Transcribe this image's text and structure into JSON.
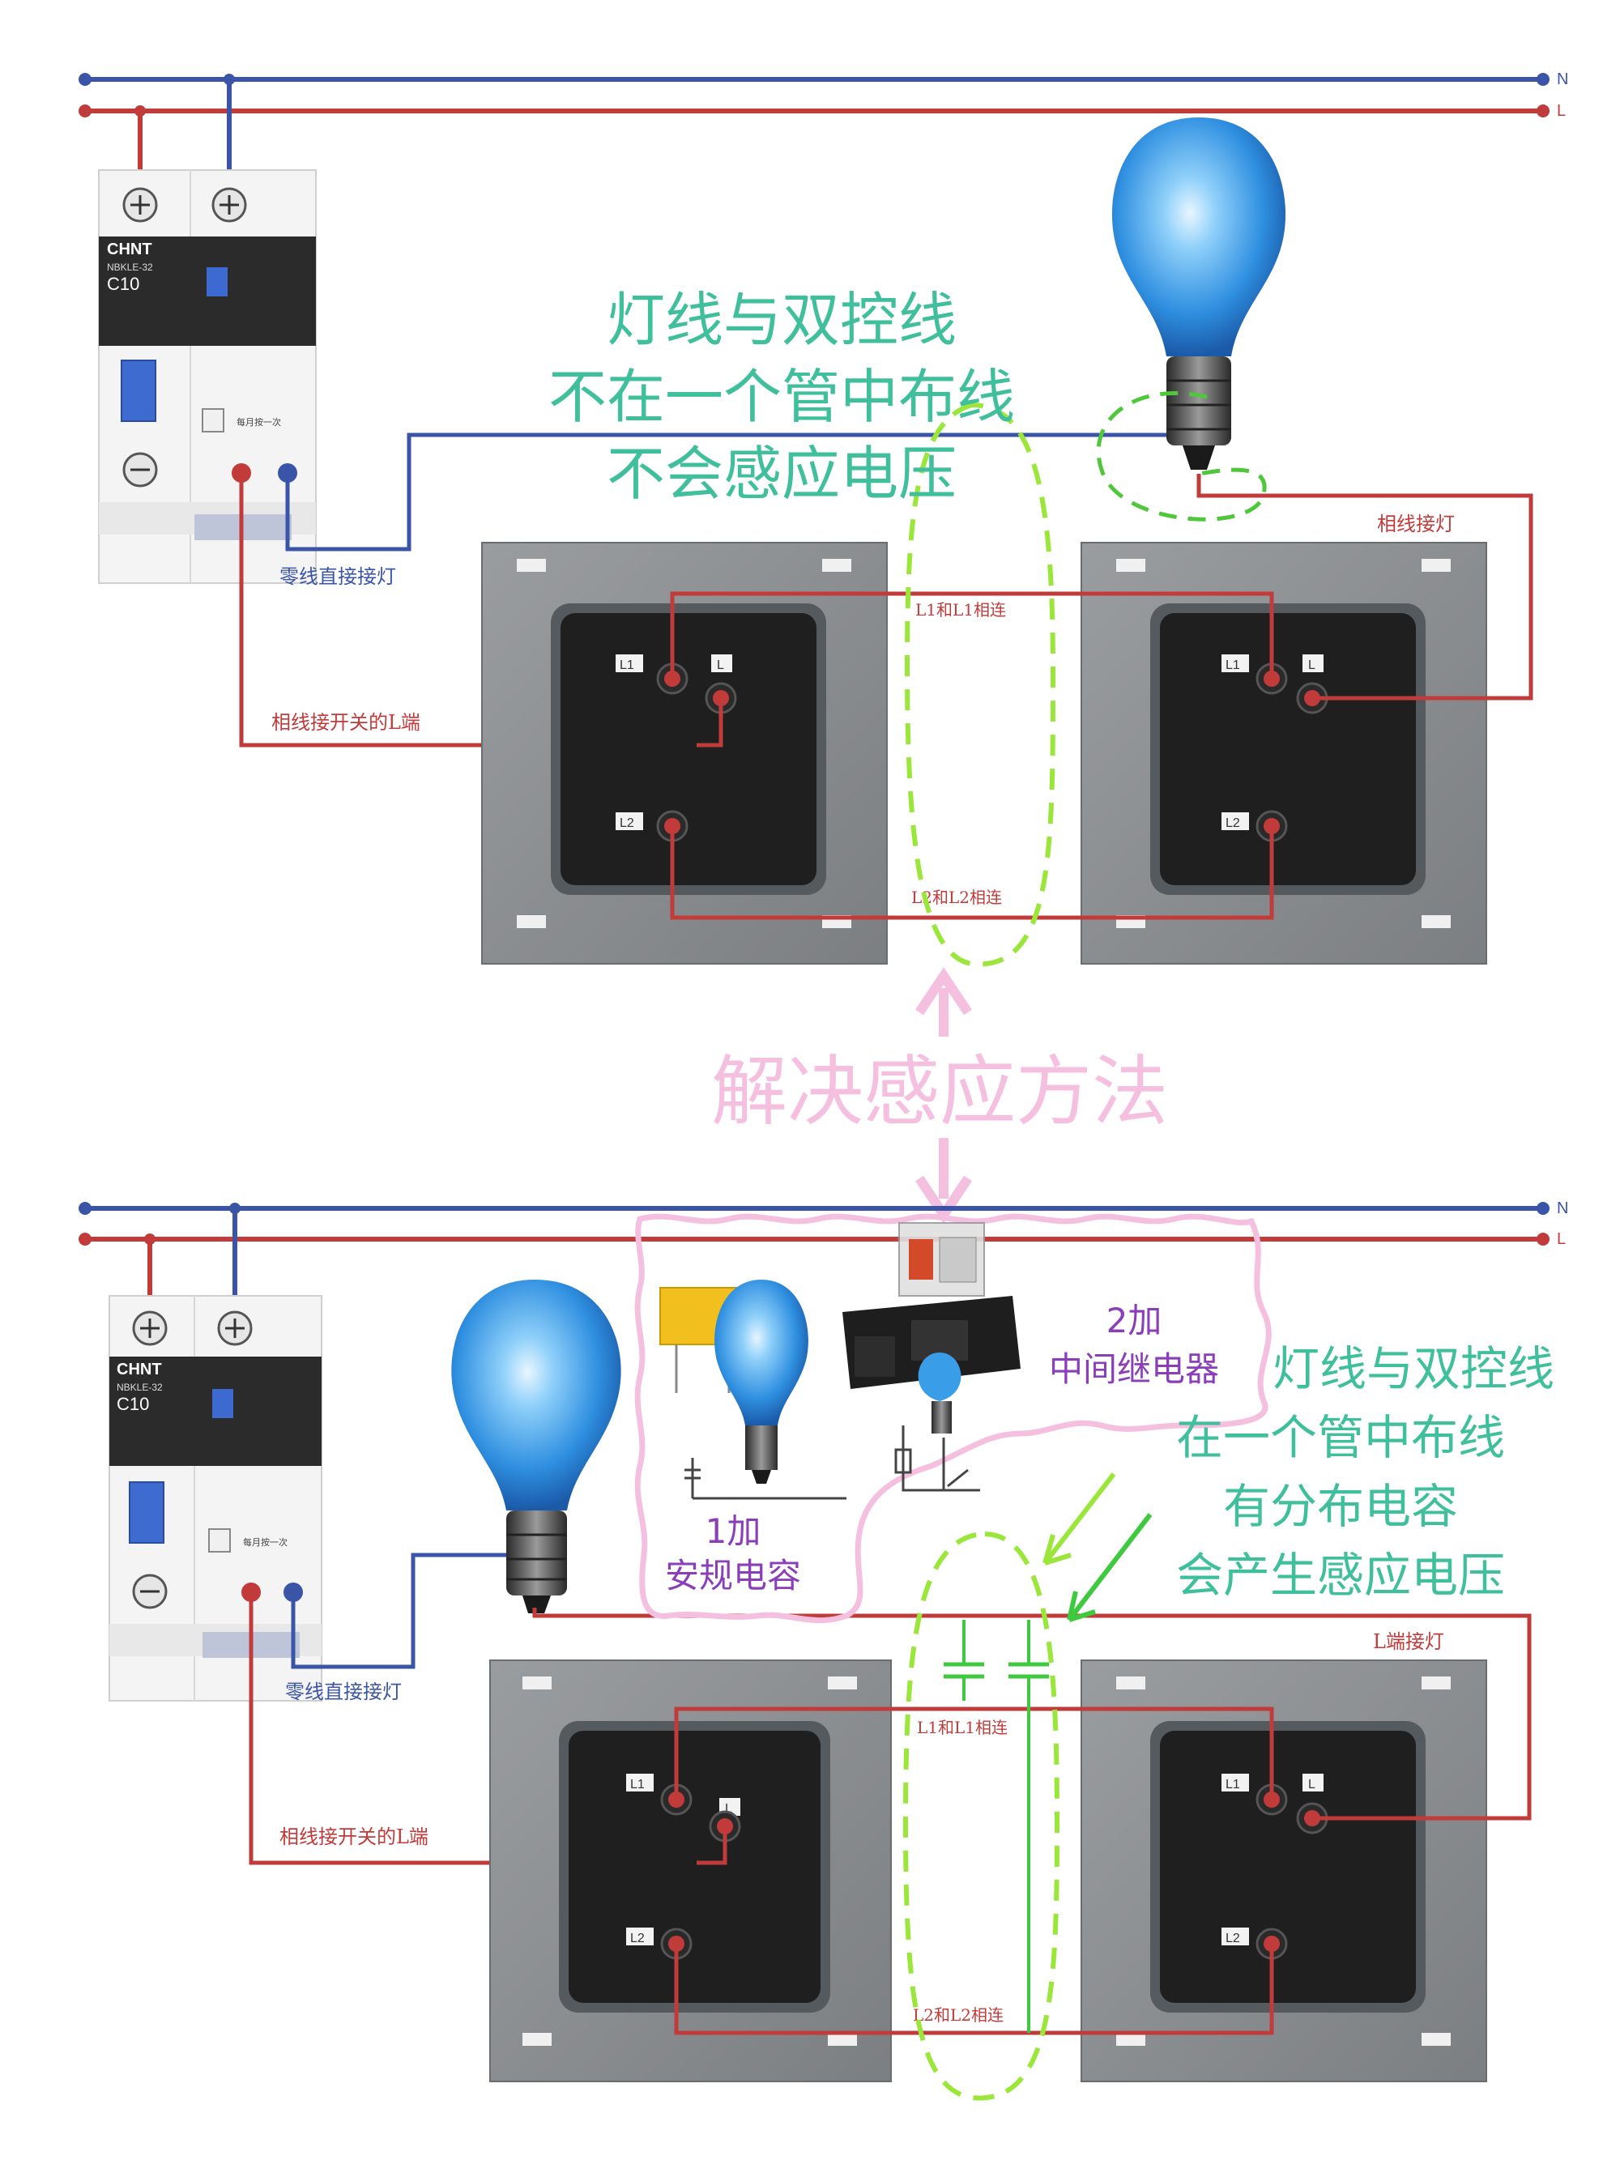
{
  "rails": {
    "neutral": "N",
    "live": "L"
  },
  "breaker": {
    "brand": "CHNT",
    "model": "NBKLE-32",
    "rating": "C10",
    "test_label": "每月按一次"
  },
  "switch_terminals": {
    "l1": "L1",
    "l": "L",
    "l2": "L2"
  },
  "top": {
    "neutral_to_lamp": "零线直接接灯",
    "live_to_switch": "相线接开关的L端",
    "phase_to_lamp": "相线接灯",
    "l1_link": "L1和L1相连",
    "l2_link": "L2和L2相连",
    "note_lines": [
      "灯线与双控线",
      "不在一个管中布线",
      "不会感应电压"
    ]
  },
  "middle": {
    "headline": "解决感应方法"
  },
  "bottom": {
    "neutral_to_lamp": "零线直接接灯",
    "live_to_switch": "相线接开关的L端",
    "phase_to_lamp": "L端接灯",
    "l1_link": "L1和L1相连",
    "l2_link": "L2和L2相连",
    "fix1_lines": [
      "1加",
      "安规电容"
    ],
    "fix2_lines": [
      "2加",
      "中间继电器"
    ],
    "note_lines": [
      "灯线与双控线",
      "在一个管中布线",
      "有分布电容",
      "会产生感应电压"
    ]
  },
  "colors": {
    "neutral_wire": "#3a55a8",
    "live_wire": "#c23b3b",
    "cyan_note": "#3fbf9c",
    "pink_note": "#f5c0e0",
    "purple_note": "#8a3fb8",
    "green_marker": "#9ae63a",
    "bright_green": "#3fc93f",
    "bulb_blue": "#3a9de8",
    "switch_gray": "#8a8d8f"
  },
  "icons": [
    "bulb-icon",
    "relay-icon",
    "capacitor-icon",
    "breaker-icon",
    "switch-icon"
  ]
}
